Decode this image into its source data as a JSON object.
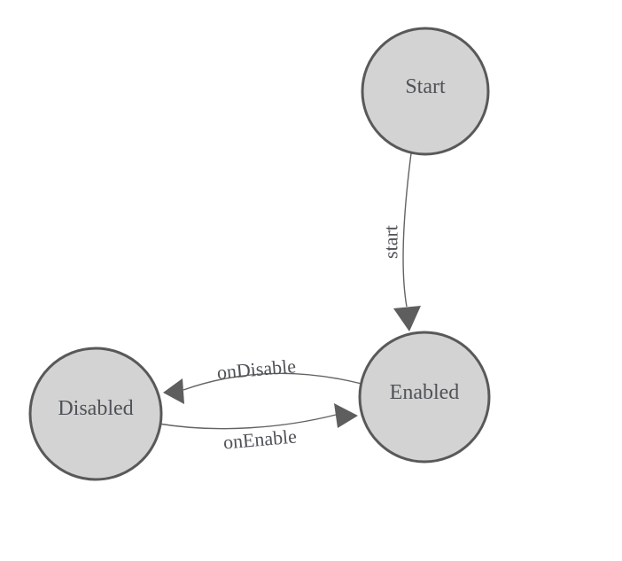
{
  "diagram": {
    "type": "state-machine",
    "nodes": [
      {
        "id": "start",
        "label": "Start"
      },
      {
        "id": "enabled",
        "label": "Enabled"
      },
      {
        "id": "disabled",
        "label": "Disabled"
      }
    ],
    "edges": [
      {
        "from": "Start",
        "to": "Enabled",
        "label": "start"
      },
      {
        "from": "Enabled",
        "to": "Disabled",
        "label": "onDisable"
      },
      {
        "from": "Disabled",
        "to": "Enabled",
        "label": "onEnable"
      }
    ]
  },
  "colors": {
    "background": "#ffffff",
    "node_fill": "#d3d3d3",
    "node_stroke": "#595959",
    "edge_stroke": "#636363",
    "arrow_fill": "#5e5e5e",
    "text": "#4f5257"
  }
}
